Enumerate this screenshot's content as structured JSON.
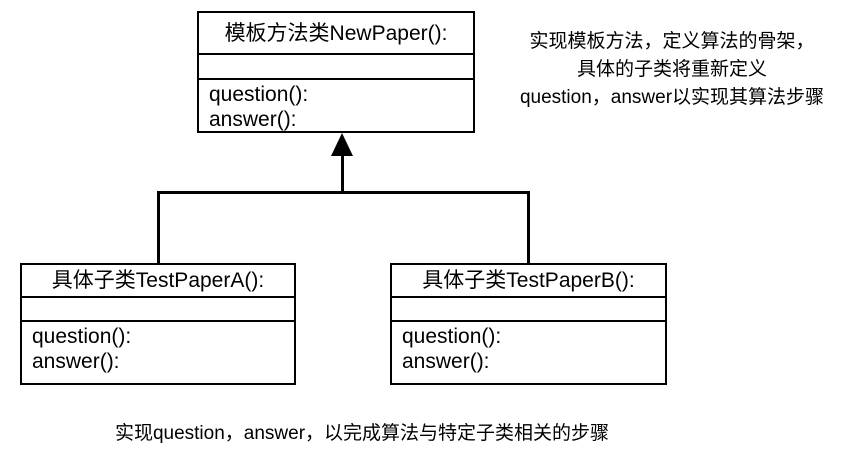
{
  "diagram": {
    "type": "uml-class-diagram",
    "pattern": "Template Method",
    "background_color": "#ffffff",
    "line_color": "#000000",
    "text_color": "#000000"
  },
  "classes": {
    "parent": {
      "name": "模板方法类NewPaper():",
      "attributes": [],
      "operations": [
        "question():",
        "answer():"
      ]
    },
    "child_a": {
      "name": "具体子类TestPaperA():",
      "attributes": [],
      "operations": [
        "question():",
        "answer():"
      ]
    },
    "child_b": {
      "name": "具体子类TestPaperB():",
      "attributes": [],
      "operations": [
        "question():",
        "answer():"
      ]
    }
  },
  "relationship": {
    "kind": "inheritance",
    "arrowhead": "solid-triangle",
    "from": [
      "具体子类TestPaperA():",
      "具体子类TestPaperB():"
    ],
    "to": "模板方法类NewPaper():"
  },
  "annotations": {
    "top_right": {
      "lines": [
        "实现模板方法，定义算法的骨架，",
        "具体的子类将重新定义",
        "question，answer以实现其算法步骤"
      ]
    },
    "bottom": {
      "lines": [
        "实现question，answer，以完成算法与特定子类相关的步骤"
      ]
    }
  }
}
